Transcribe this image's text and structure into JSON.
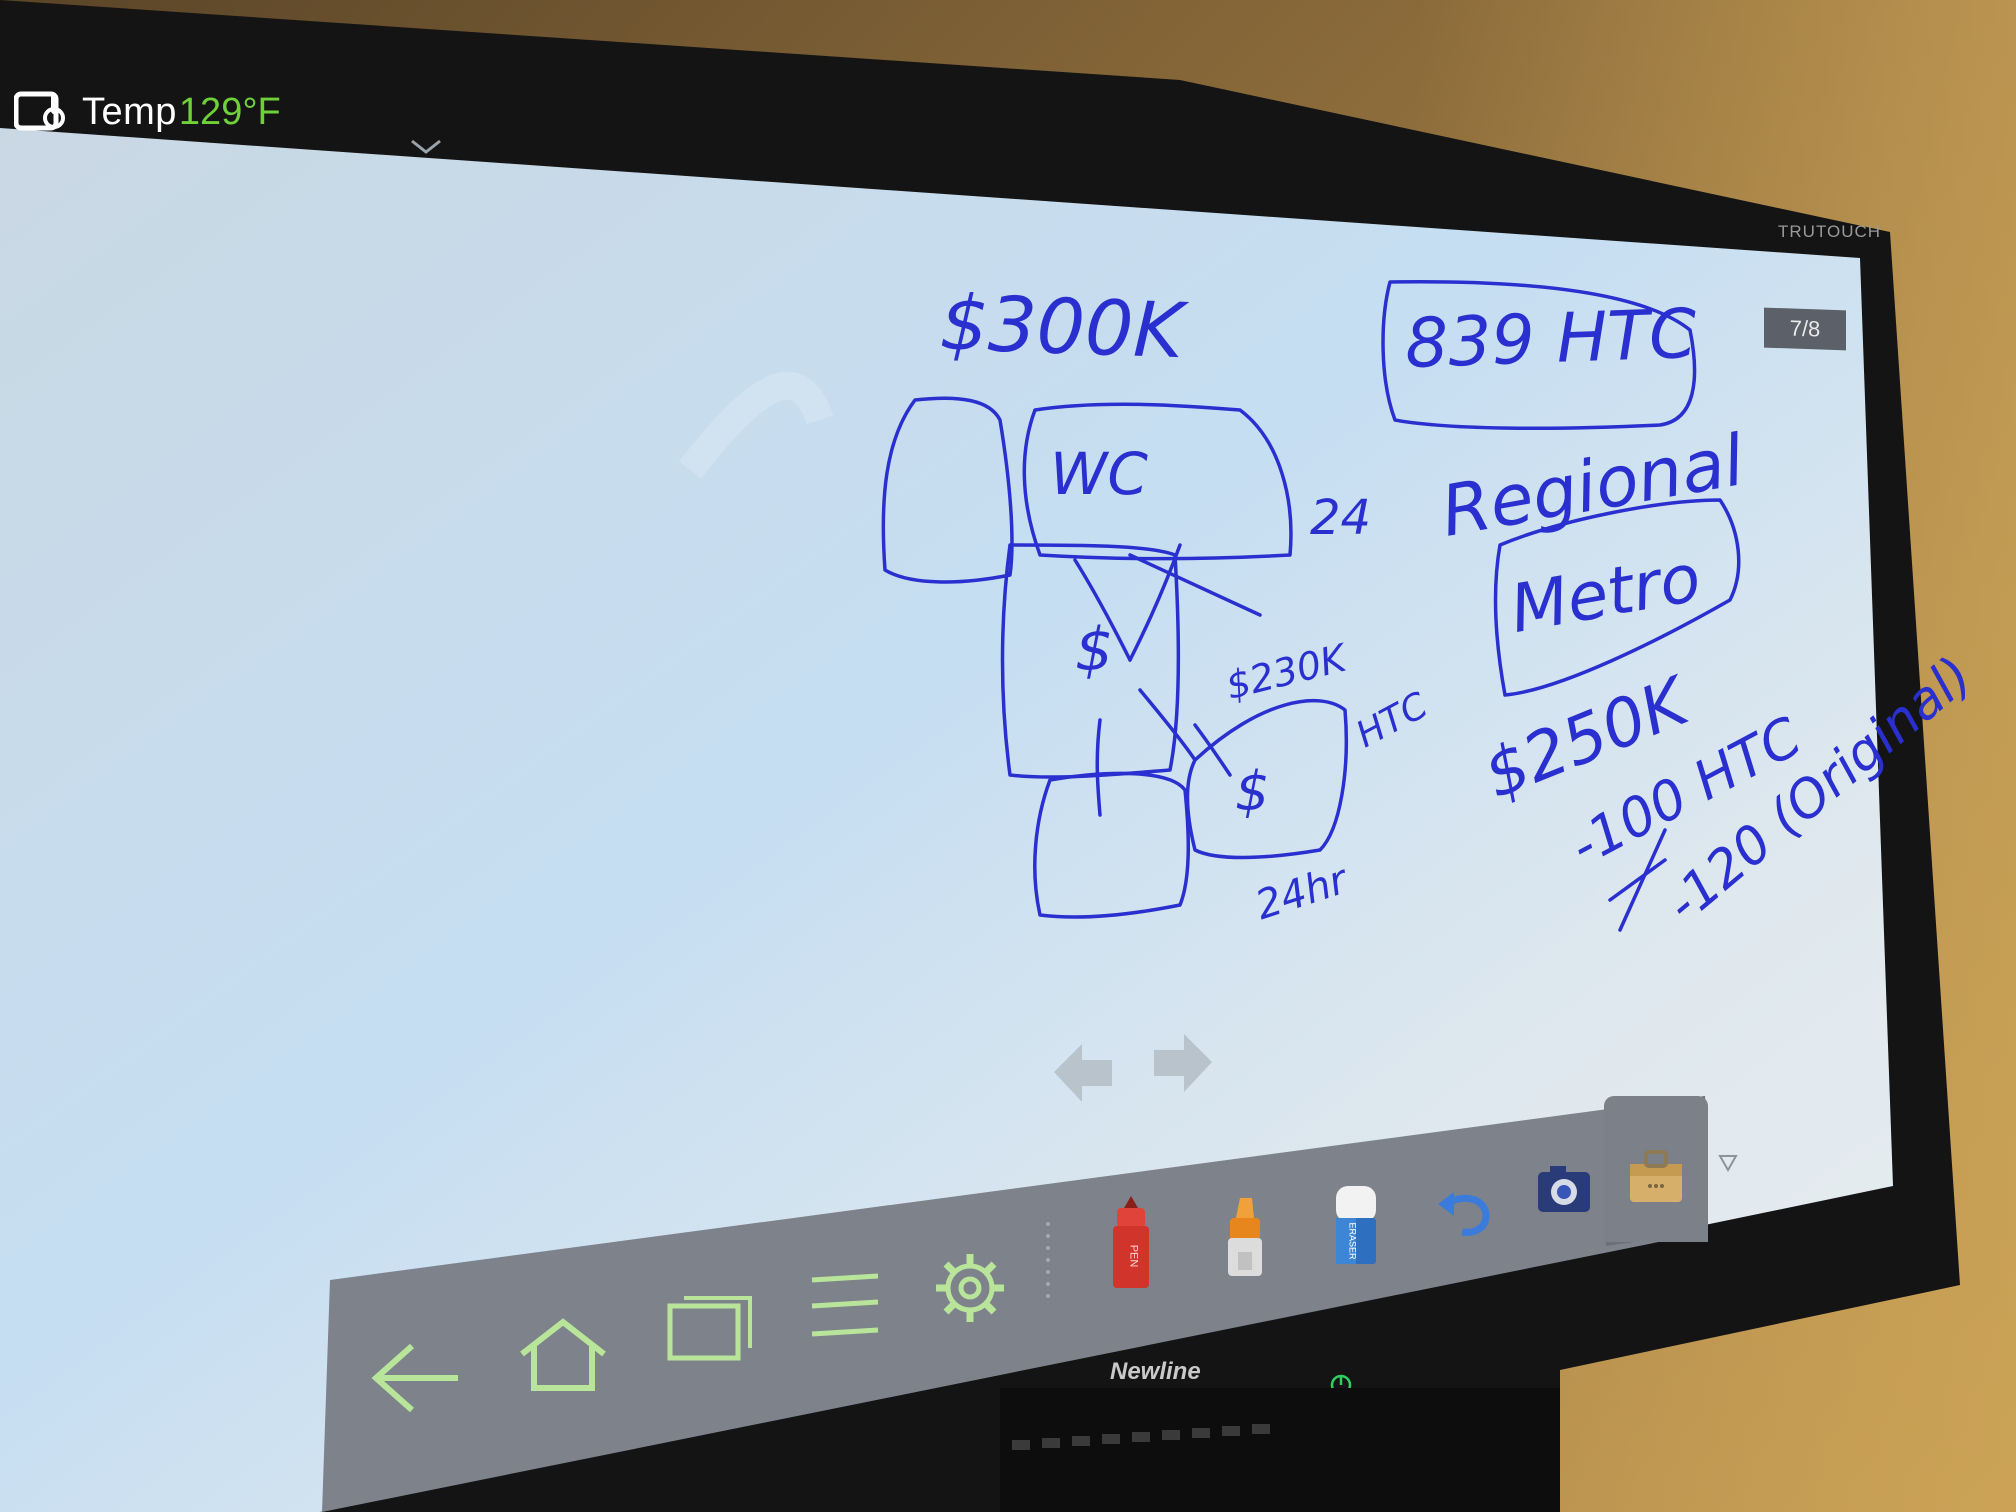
{
  "status": {
    "temp_label": "Temp",
    "temp_value": "129°F"
  },
  "page": {
    "indicator": "7/8"
  },
  "branding": {
    "top": "TRUTOUCH",
    "bottom": "Newline"
  },
  "whiteboard_notes": {
    "top_amount": "$300K",
    "boxed_top": "839 HTC",
    "center_box": "WC",
    "center_dollar": "$",
    "arrow_label": "$230K",
    "right_dollar": "$",
    "htc_note": "HTC",
    "note_24": "24",
    "regional": "Regional",
    "boxed_mid": "Metro",
    "amount_250k": "$250K",
    "line_100": "-100 HTC",
    "line_120": "-120 (Original)",
    "bottom_note": "24hr"
  },
  "toolbar": {
    "pen_label": "PEN",
    "eraser_label": "ERASER"
  },
  "colors": {
    "ink": "#2a2fd0",
    "temp_value": "#6fd03a",
    "toolbar_icon": "#b9e59a",
    "pen_red": "#d0342b",
    "highlighter_orange": "#e8861e"
  }
}
